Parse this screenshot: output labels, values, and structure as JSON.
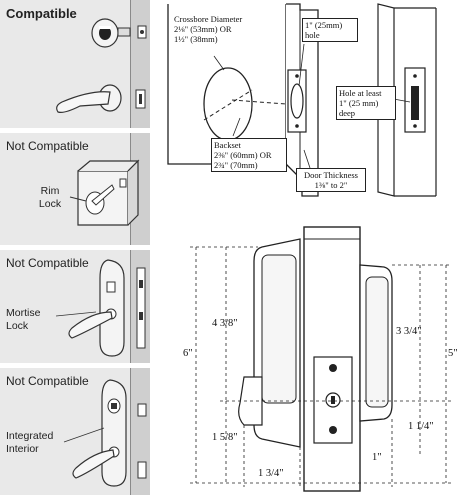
{
  "left_panels": [
    {
      "title": "Compatible",
      "bold": true
    },
    {
      "title": "Not Compatible",
      "label_lines": [
        "Rim",
        "Lock"
      ]
    },
    {
      "title": "Not Compatible",
      "label_lines": [
        "Mortise",
        "Lock"
      ]
    },
    {
      "title": "Not Compatible",
      "label_lines": [
        "Integrated",
        "Interior"
      ]
    }
  ],
  "door_prep": {
    "crossbore_lines": [
      "Crossbore Diameter",
      "2⅛\" (53mm) OR",
      "1½\" (38mm)"
    ],
    "hole_lines": [
      "1\" (25mm)",
      "hole"
    ],
    "backset_lines": [
      "Backset",
      "2⅜\" (60mm) OR",
      "2¾\" (70mm)"
    ],
    "thickness_lines": [
      "Door Thickness",
      "1⅜\" to 2\""
    ],
    "edge_hole_lines": [
      "Hole at least",
      "1\" (25 mm)",
      "deep"
    ]
  },
  "dimensions": {
    "left_upper": "4 3/8\"",
    "left_total": "6\"",
    "left_lower": "1 5/8\"",
    "bottom_width": "1 3/4\"",
    "right_upper": "3 3/4\"",
    "right_total": "5\"",
    "right_lower": "1 1/4\"",
    "bottom_right": "1\""
  }
}
